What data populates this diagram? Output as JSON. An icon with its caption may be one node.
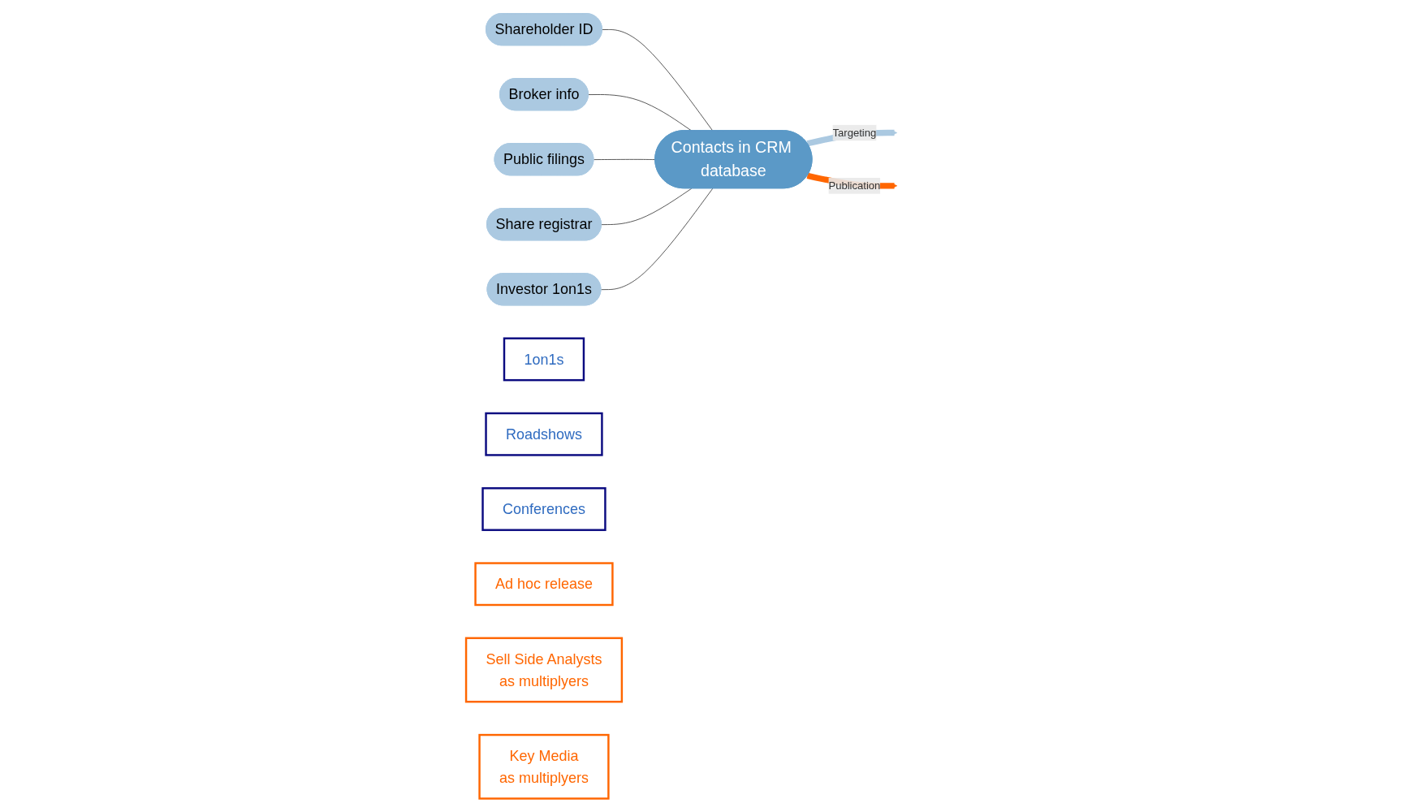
{
  "diagram": {
    "nodes": [
      {
        "text": [
          "Shareholder ID"
        ]
      },
      {
        "text": [
          "Broker info"
        ]
      },
      {
        "text": [
          "Public filings"
        ]
      },
      {
        "text": [
          "Share registrar"
        ]
      },
      {
        "text": [
          "Investor 1on1s"
        ]
      },
      {
        "text": [
          "Contacts in CRM database"
        ]
      },
      {
        "text": [
          "1on1s"
        ]
      },
      {
        "text": [
          "Roadshows"
        ]
      },
      {
        "text": [
          "Conferences"
        ]
      },
      {
        "text": [
          "Ad hoc release"
        ]
      },
      {
        "text": [
          "Sell Side Analysts",
          "as multiplyers"
        ]
      },
      {
        "text": [
          "Key Media",
          "as multiplyers"
        ]
      }
    ],
    "edges": [
      {
        "from": 0,
        "to": 5,
        "arrow": "none"
      },
      {
        "from": 1,
        "to": 5,
        "arrow": "none"
      },
      {
        "from": 2,
        "to": 5,
        "arrow": "none"
      },
      {
        "from": 3,
        "to": 5,
        "arrow": "none"
      },
      {
        "from": 4,
        "to": 5,
        "arrow": "none"
      },
      {
        "from": 5,
        "to": null,
        "arrow": "to",
        "label": "Targeting",
        "style": "thick",
        "color": "#abc9e1"
      },
      {
        "from": 5,
        "to": null,
        "arrow": "to",
        "label": "Publication",
        "style": "thick",
        "color": "#ff6600"
      }
    ]
  }
}
